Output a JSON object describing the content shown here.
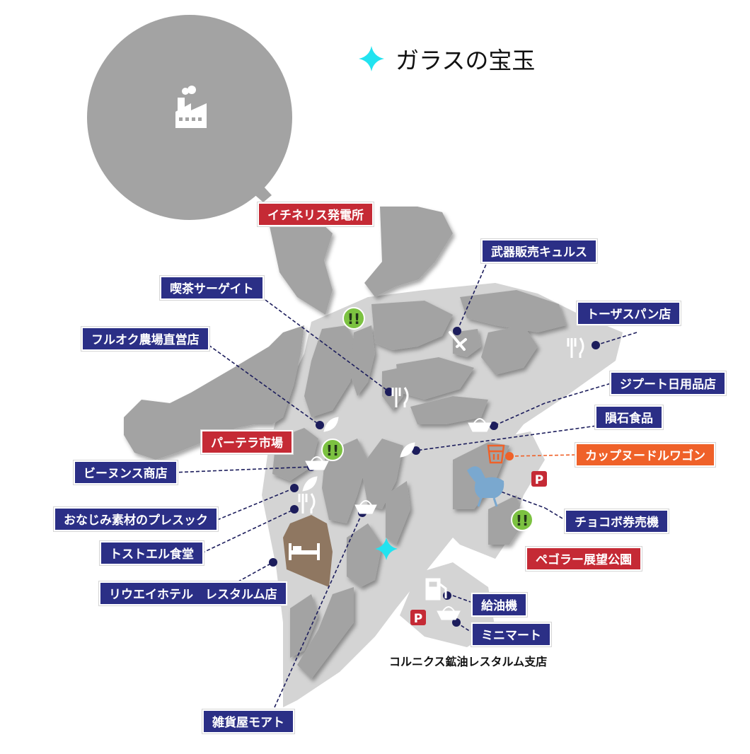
{
  "legend": {
    "label": "ガラスの宝玉",
    "icon": "crystal-sparkle-icon",
    "color": "#22e3f0"
  },
  "areas": {
    "power_plant": "イチネリス発電所",
    "market": "パーテラ市場",
    "park": "ペゴラー展望公園"
  },
  "event": {
    "cup_noodle_wagon": "カップヌードルワゴン"
  },
  "shops": {
    "weapon_shop": "武器販売キュルス",
    "cafe": "喫茶サーゲイト",
    "bakery": "トーザスパン店",
    "farm_store": "フルオク農場直営店",
    "general_store": "ジプート日用品店",
    "meteor_food": "隕石食品",
    "beenuns": "ビーヌンス商店",
    "pleskk": "おなじみ素材のプレスック",
    "diner": "トストエル食堂",
    "chocobo_ticket": "チョコボ券売機",
    "hotel": "リウエイホテル　レスタルム店",
    "gas_pump": "給油機",
    "minimart": "ミニマート",
    "variety_store": "雑貨屋モアト"
  },
  "station_name": "コルニクス鉱油レスタルム支店",
  "colors": {
    "land": "#a3a3a3",
    "road": "#d4d4d4",
    "shop_label": "#2b2f86",
    "area_label": "#c52a35",
    "event_label": "#ef6129",
    "quest": "#7cc241",
    "parking": "#c52a35",
    "crystal": "#22e3f0",
    "leader": "#1c1d5c"
  }
}
